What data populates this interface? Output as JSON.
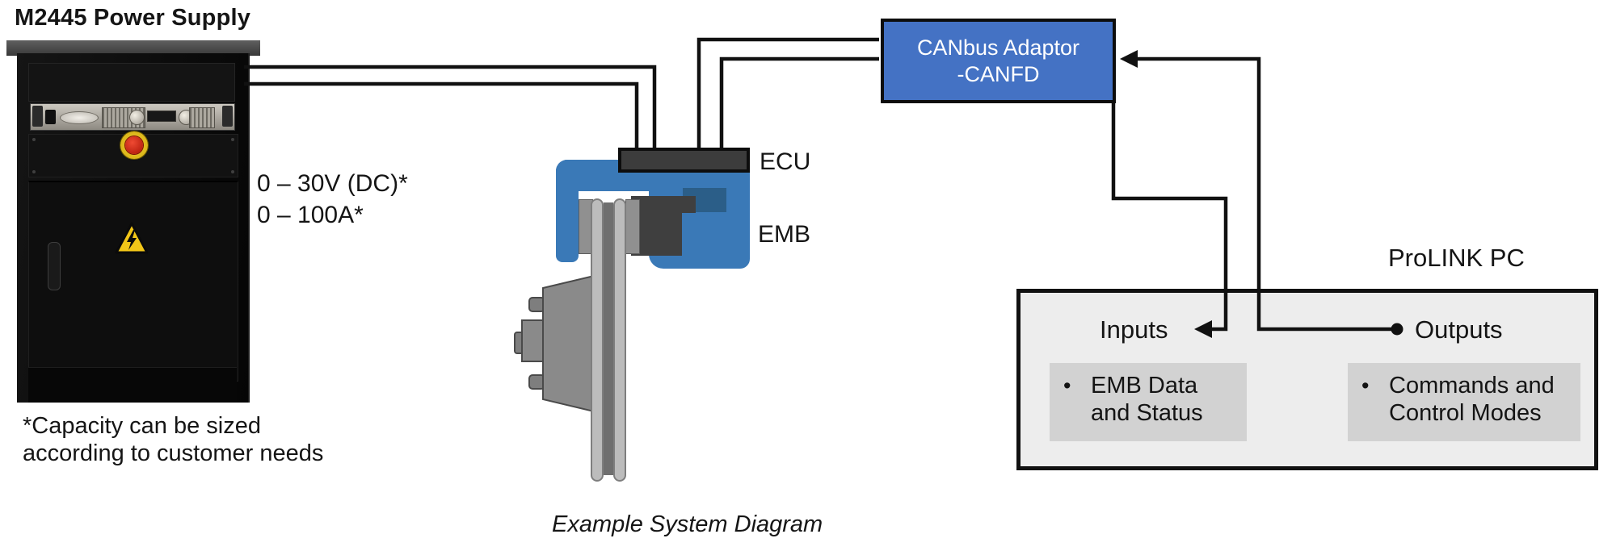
{
  "colors": {
    "canbus_blue": "#4472c4",
    "caliper_blue": "#3a79b7",
    "caliper_navy": "#2b5e88",
    "connector_black": "#111111",
    "prolink_fill": "#ededed",
    "prolink_item_fill": "#d2d2d2",
    "warning_yellow": "#f2c618",
    "estop_red": "#d42a1c"
  },
  "power_supply": {
    "title": "M2445 Power Supply",
    "specs": {
      "line1": "0 – 30V (DC)*",
      "line2": "0 – 100A*"
    },
    "footnote": {
      "line1": "*Capacity can be sized",
      "line2": "according to customer needs"
    }
  },
  "brake": {
    "ecu_label": "ECU",
    "emb_label": "EMB"
  },
  "canbus_adaptor": {
    "line1": "CANbus Adaptor",
    "line2": "-CANFD"
  },
  "prolink_pc": {
    "title": "ProLINK PC",
    "inputs_label": "Inputs",
    "outputs_label": "Outputs",
    "inputs_item": {
      "bullet": "•",
      "line1": "EMB Data",
      "line2": "and Status"
    },
    "outputs_item": {
      "bullet": "•",
      "line1": "Commands and",
      "line2": "Control Modes"
    }
  },
  "caption": "Example System Diagram"
}
